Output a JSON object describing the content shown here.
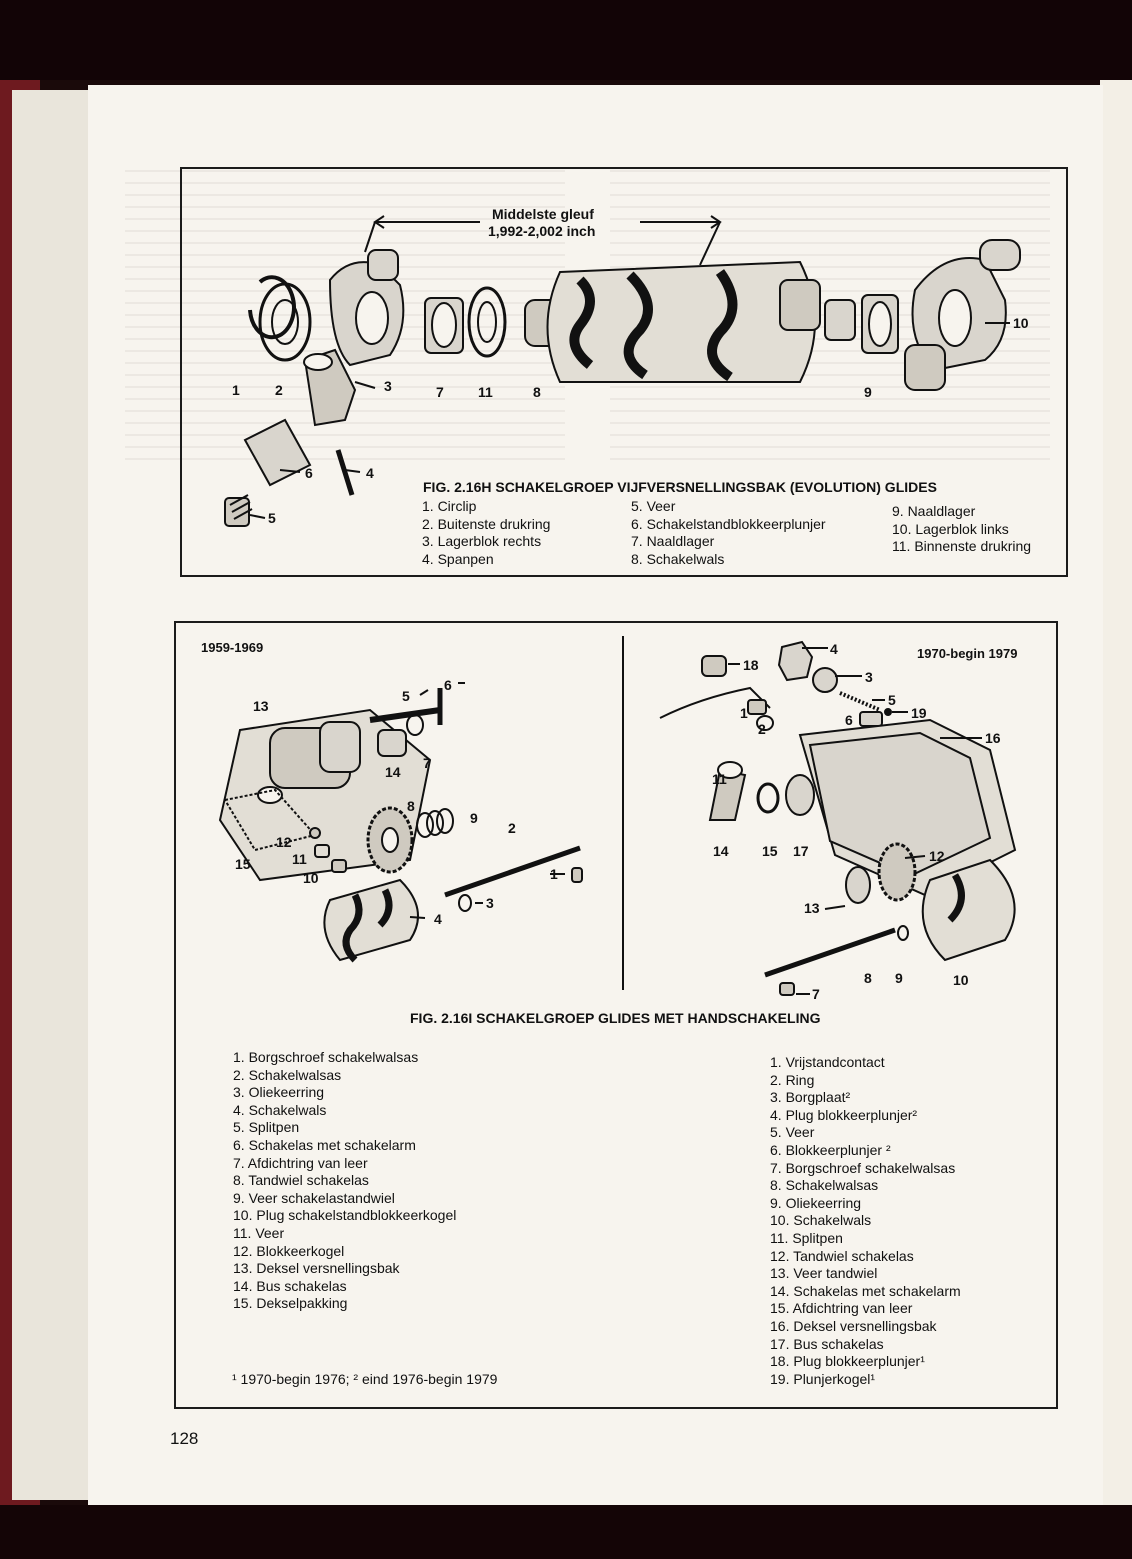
{
  "page_number": "128",
  "fig_h": {
    "callout_title": "Middelste gleuf",
    "callout_value": "1,992-2,002 inch",
    "caption": "FIG. 2.16H SCHAKELGROEP VIJFVERSNELLINGSBAK (EVOLUTION) GLIDES",
    "part_numbers": [
      "1",
      "2",
      "3",
      "7",
      "11",
      "8",
      "9",
      "10",
      "6",
      "4",
      "5"
    ],
    "legend_col1": [
      "1. Circlip",
      "2. Buitenste drukring",
      "3. Lagerblok rechts",
      "4. Spanpen"
    ],
    "legend_col2": [
      "5. Veer",
      "6. Schakelstandblokkeerplunjer",
      "7. Naaldlager",
      "8. Schakelwals"
    ],
    "legend_col3": [
      "9. Naaldlager",
      "10. Lagerblok links",
      "11. Binnenste drukring"
    ]
  },
  "fig_i": {
    "left_label": "1959-1969",
    "right_label": "1970-begin 1979",
    "caption": "FIG. 2.16I SCHAKELGROEP GLIDES  MET HANDSCHAKELING",
    "left_parts": [
      "13",
      "5",
      "6",
      "14",
      "7",
      "8",
      "9",
      "2",
      "12",
      "11",
      "15",
      "10",
      "1",
      "3",
      "4"
    ],
    "right_parts": [
      "18",
      "4",
      "3",
      "5",
      "19",
      "1",
      "6",
      "2",
      "16",
      "11",
      "14",
      "15",
      "17",
      "12",
      "13",
      "8",
      "9",
      "10",
      "7"
    ],
    "legend_left": [
      "1. Borgschroef schakelwalsas",
      "2. Schakelwalsas",
      "3. Oliekeerring",
      "4. Schakelwals",
      "5. Splitpen",
      "6. Schakelas met schakelarm",
      "7. Afdichtring van leer",
      "8. Tandwiel schakelas",
      "9. Veer schakelastandwiel",
      "10. Plug schakelstandblokkeerkogel",
      "11. Veer",
      "12. Blokkeerkogel",
      "13. Deksel versnellingsbak",
      "14. Bus schakelas",
      "15. Dekselpakking"
    ],
    "legend_right": [
      "1. Vrijstandcontact",
      "2. Ring",
      "3. Borgplaat²",
      "4. Plug blokkeerplunjer²",
      "5. Veer",
      "6. Blokkeerplunjer ²",
      "7. Borgschroef schakelwalsas",
      "8. Schakelwalsas",
      "9. Oliekeerring",
      "10. Schakelwals",
      "11. Splitpen",
      "12. Tandwiel schakelas",
      "13. Veer tandwiel",
      "14. Schakelas met schakelarm",
      "15. Afdichtring van leer",
      "16. Deksel versnellingsbak",
      "17. Bus schakelas",
      "18. Plug blokkeerplunjer¹",
      "19. Plunjerkogel¹"
    ],
    "footnote": "¹ 1970-begin 1976; ² eind 1976-begin 1979"
  }
}
